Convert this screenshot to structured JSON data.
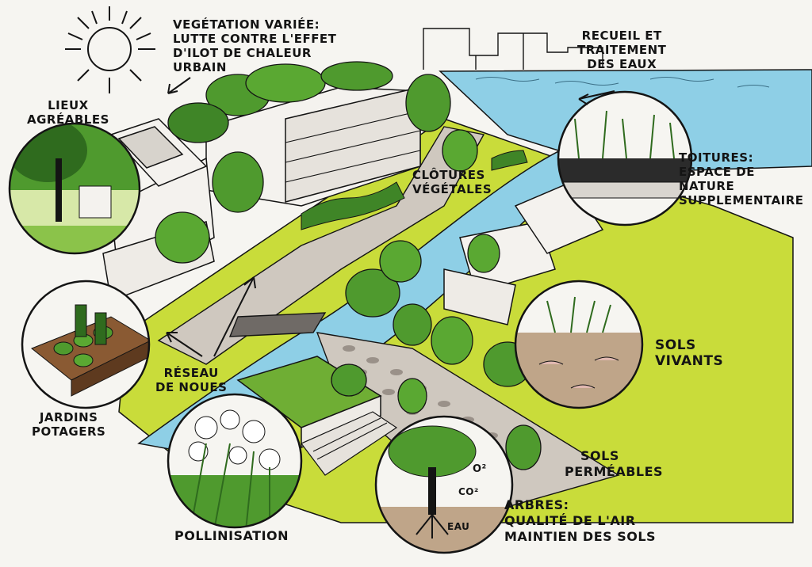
{
  "labels": {
    "vegetation": [
      "VEGÉTATION VARIÉE:",
      "LUTTE CONTRE L'EFFET",
      "D'ILOT DE CHALEUR",
      "URBAIN"
    ],
    "lieux": [
      "LIEUX",
      "AGRÉABLES"
    ],
    "eaux": [
      "RECUEIL ET",
      "TRAITEMENT",
      "DES EAUX"
    ],
    "toitures": [
      "TOITURES:",
      "ESPACE DE",
      "NATURE",
      "SUPPLEMENTAIRE"
    ],
    "clotures": [
      "CLÔTURES",
      "VÉGÉTALES"
    ],
    "sols_vivants": [
      "SOLS",
      "VIVANTS"
    ],
    "reseau": [
      "RÉSEAU",
      "DE NOUES"
    ],
    "jardins": [
      "JARDINS",
      "POTAGERS"
    ],
    "sols_permeables": [
      "SOLS",
      "PERMÉABLES"
    ],
    "arbres": [
      "ARBRES:",
      "QUALITÉ DE L'AIR",
      "MAINTIEN DES SOLS"
    ],
    "pollinisation": [
      "POLLINISATION"
    ]
  },
  "tree_labels": {
    "o2": "O²",
    "co2": "CO²",
    "eau": "EAU"
  },
  "colors": {
    "water": "#8ecfe6",
    "lime": "#c9dc3a",
    "green": "#4f9a2e",
    "dark_green": "#2f6b1e",
    "path": "#cfc8bf",
    "building": "#f4f2ee",
    "soil": "#bfa589",
    "ink": "#141414"
  }
}
